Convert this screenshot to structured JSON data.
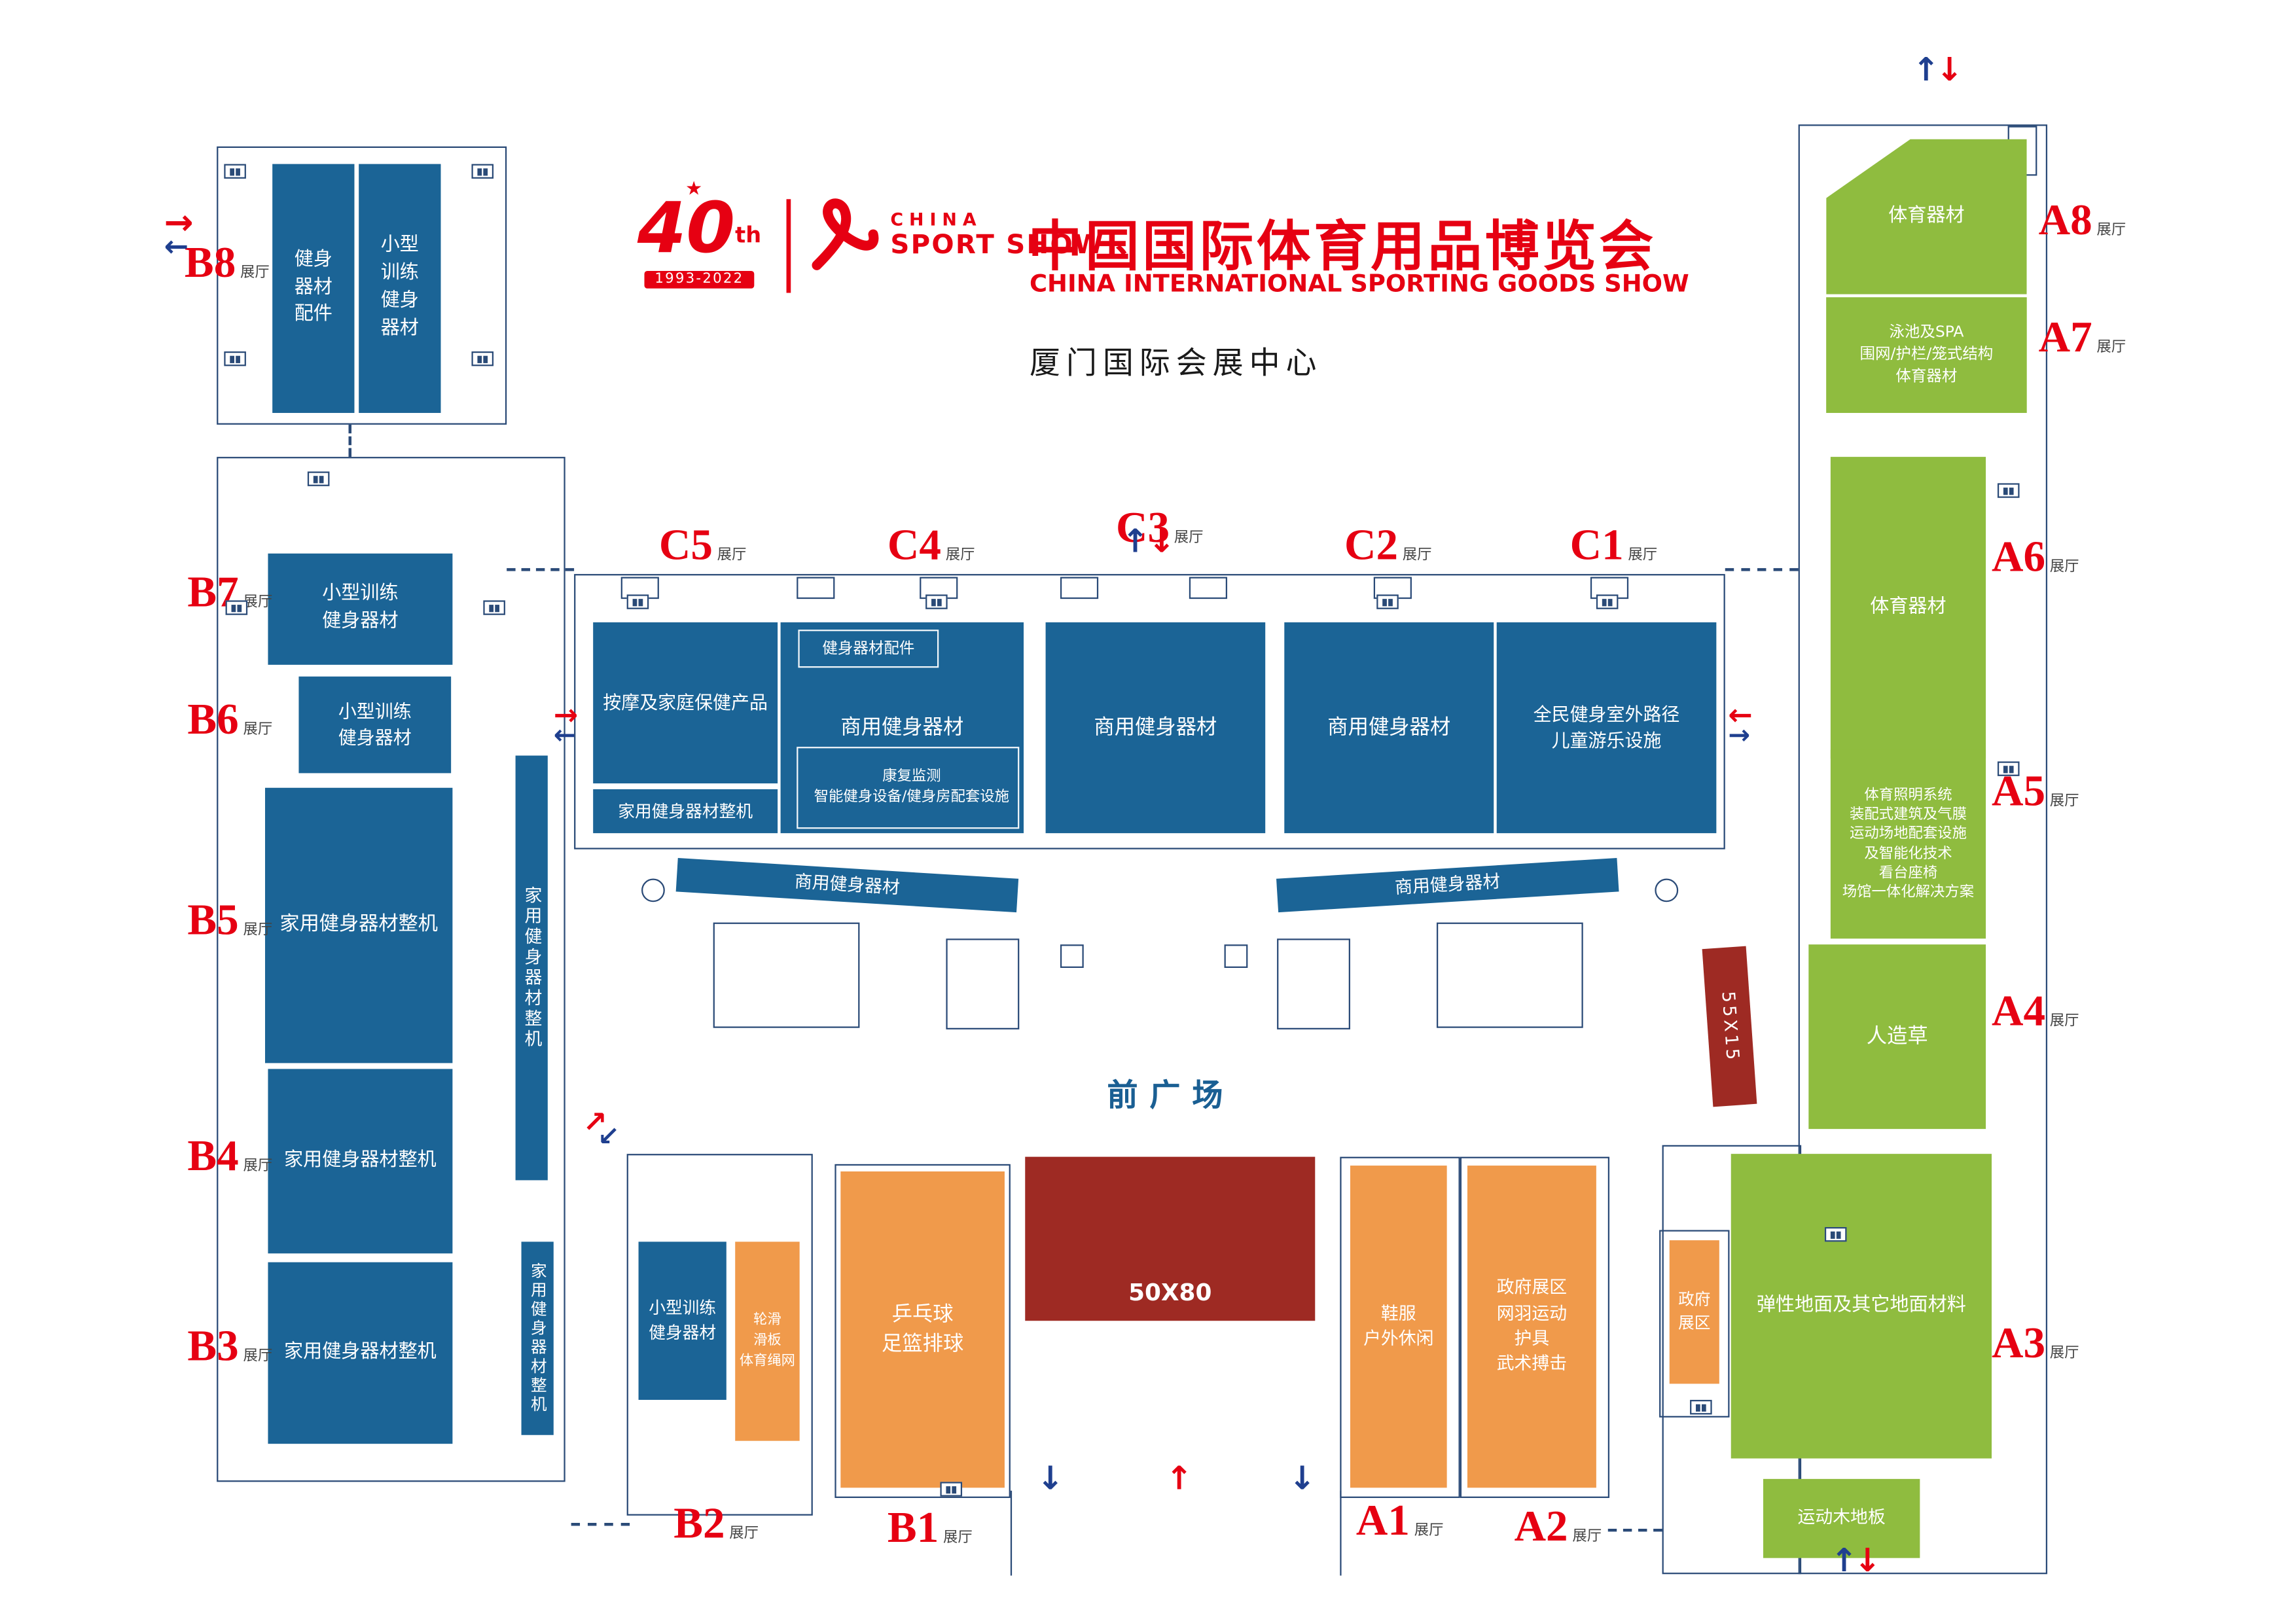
{
  "header": {
    "anniversary_number": "40",
    "anniversary_suffix": "th",
    "anniversary_years": "1993-2022",
    "brand_line1": "CHINA",
    "brand_line2": "SPORT SHOW",
    "title_cn": "中国国际体育用品博览会",
    "title_en": "CHINA INTERNATIONAL SPORTING GOODS SHOW",
    "venue": "厦门国际会展中心"
  },
  "labels": {
    "hall_suffix": "展厅",
    "front_plaza": "前广场",
    "stage_main": "50X80",
    "stage_side": "55X15"
  },
  "halls": {
    "a1": "A1",
    "a2": "A2",
    "a3": "A3",
    "a4": "A4",
    "a5": "A5",
    "a6": "A6",
    "a7": "A7",
    "a8": "A8",
    "b1": "B1",
    "b2": "B2",
    "b3": "B3",
    "b4": "B4",
    "b5": "B5",
    "b6": "B6",
    "b7": "B7",
    "b8": "B8",
    "c1": "C1",
    "c2": "C2",
    "c3": "C3",
    "c4": "C4",
    "c5": "C5"
  },
  "categories": {
    "fitness_accessories": "健身器材配件",
    "small_training": "小型训练健身器材",
    "small_training_2l": "小型训练\n健身器材",
    "home_fitness": "家用健身器材整机",
    "massage_health": "按摩及家庭保健产品",
    "commercial_fitness": "商用健身器材",
    "rehab_smart": "康复监测\n智能健身设备/健身房配套设施",
    "public_outdoor": "全民健身室外路径\n儿童游乐设施",
    "sports_equipment": "体育器材",
    "pool_spa": "泳池及SPA\n围网/护栏/笼式结构\n体育器材",
    "venue_solutions": "体育照明系统\n装配式建筑及气膜\n运动场地配套设施\n及智能化技术\n看台座椅\n场馆一体化解决方案",
    "artificial_grass": "人造草",
    "elastic_flooring": "弹性地面及其它地面材料",
    "sports_wood_floor": "运动木地板",
    "roller_skate": "轮滑\n滑板\n体育绳网",
    "ball_sports": "乒乓球\n足篮排球",
    "shoes_outdoor": "鞋服\n户外休闲",
    "gov_racket": "政府展区\n网羽运动\n护具\n武术搏击",
    "gov_zone": "政府\n展区"
  },
  "icons": {
    "arrow_up": "↑",
    "arrow_down": "↓",
    "arrow_left": "←",
    "arrow_right": "→",
    "arrow_ne": "↗",
    "arrow_sw": "↙",
    "star": "★"
  },
  "colors": {
    "red": "#e60012",
    "hall_blue": "#1b6496",
    "hall_green": "#8fbc3f",
    "hall_orange": "#f09a4b",
    "stage_maroon": "#9e2a23",
    "outline_navy": "#2a4a77"
  }
}
